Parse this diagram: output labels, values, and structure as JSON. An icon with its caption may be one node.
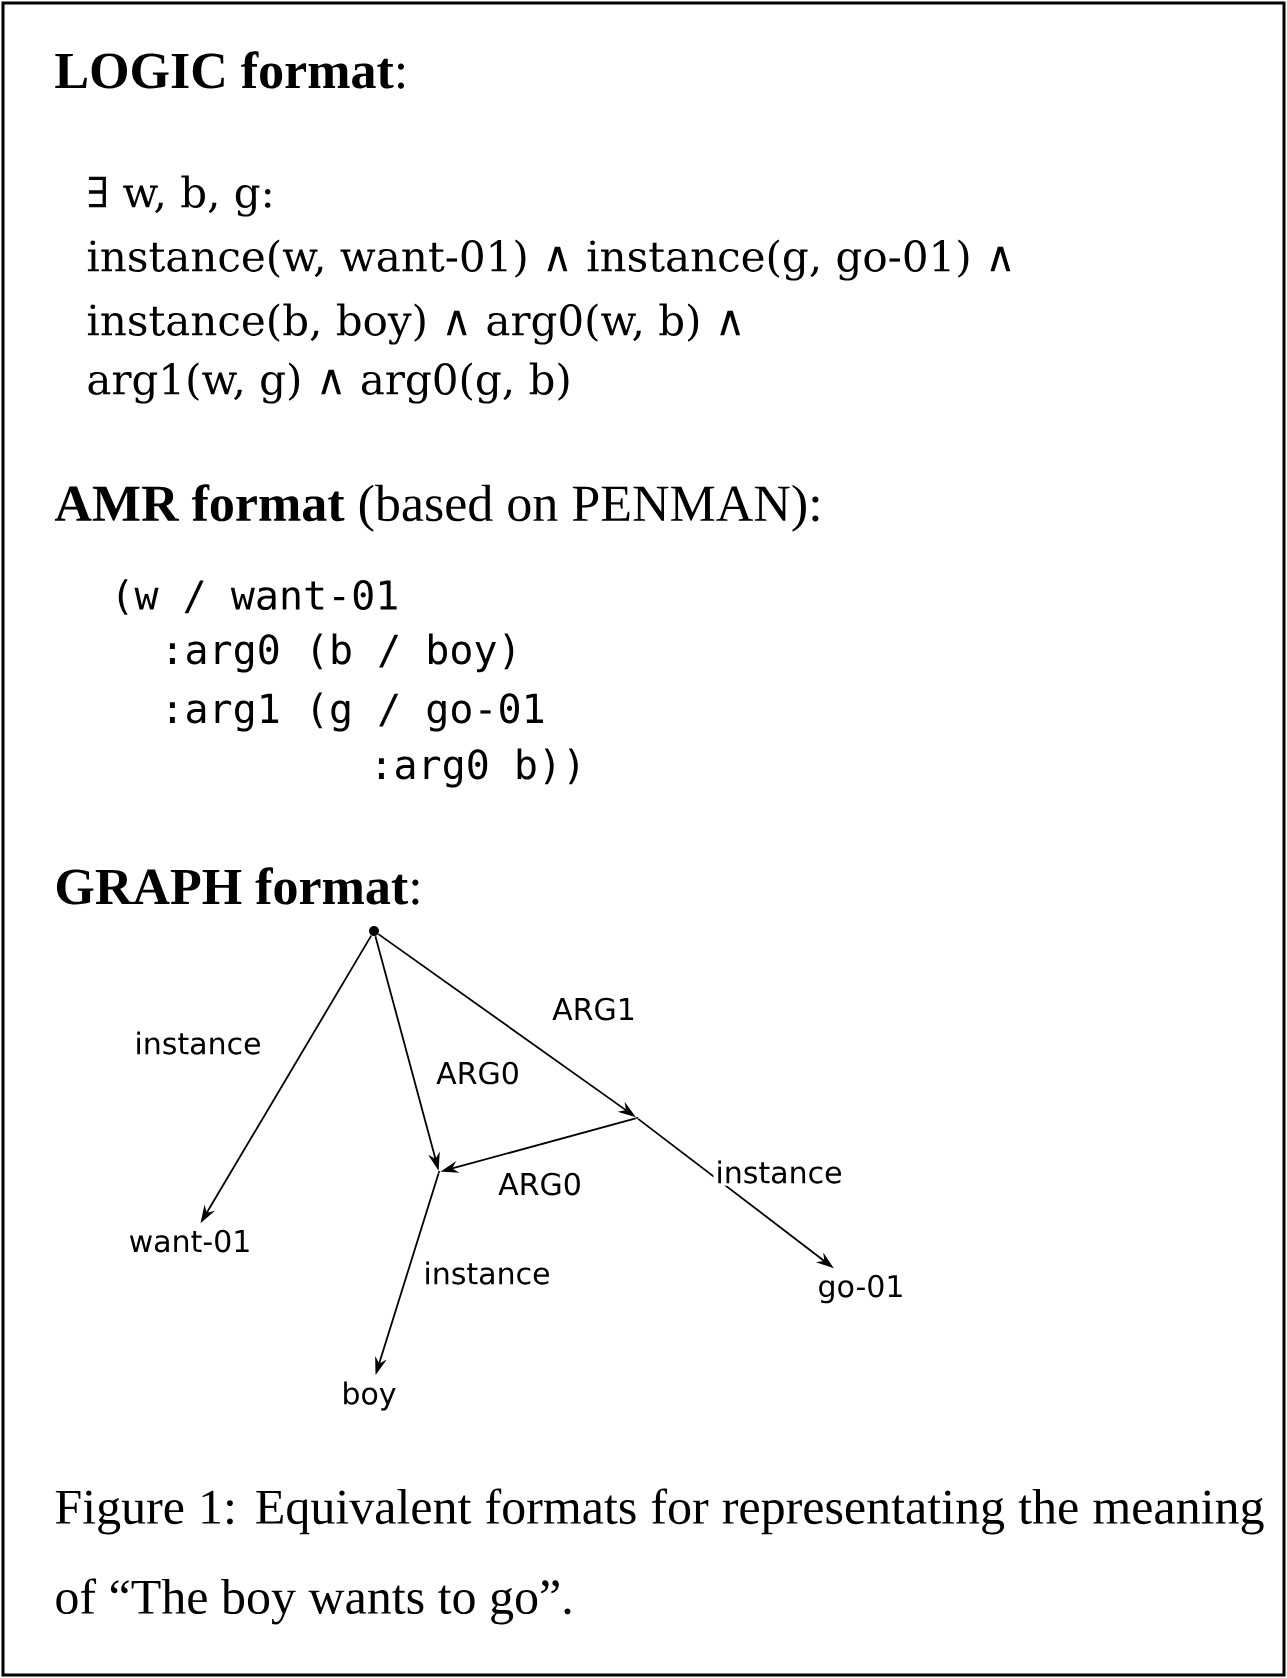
{
  "diagram": {
    "caption": "Figure 1: Equivalent formats for representating the meaning of “The boy wants to go”.",
    "nodes": [
      {
        "text": [],
        "shape": "circle"
      },
      {
        "text": [],
        "shape": "point"
      },
      {
        "text": [],
        "shape": "point"
      },
      {
        "text": [
          "want-01"
        ]
      },
      {
        "text": [
          "go-01"
        ]
      },
      {
        "text": [
          "boy"
        ]
      }
    ],
    "edges": [
      {
        "from": 0,
        "to": 3,
        "arrow": "to",
        "label": "instance"
      },
      {
        "from": 0,
        "to": 2,
        "arrow": "to",
        "label": "ARG0"
      },
      {
        "from": 0,
        "to": 1,
        "arrow": "to",
        "label": "ARG1"
      },
      {
        "from": 1,
        "to": 2,
        "arrow": "to",
        "label": "ARG0"
      },
      {
        "from": 2,
        "to": 5,
        "arrow": "to",
        "label": "instance"
      },
      {
        "from": 1,
        "to": 4,
        "arrow": "to",
        "label": "instance"
      }
    ],
    "labels": [
      "**LOGIC format**:",
      "∃ w, b, g:",
      "instance(w, want-01) ∧ instance(g, go-01) ∧",
      "instance(b, boy) ∧ arg0(w, b) ∧",
      "arg1(w, g) ∧ arg0(g, b)",
      "**AMR format** (based on PENMAN):",
      "(w / want-01",
      ":arg0 (b / boy)",
      ":arg1 (g / go-01",
      ":arg0 b))",
      "**GRAPH format**:"
    ]
  }
}
